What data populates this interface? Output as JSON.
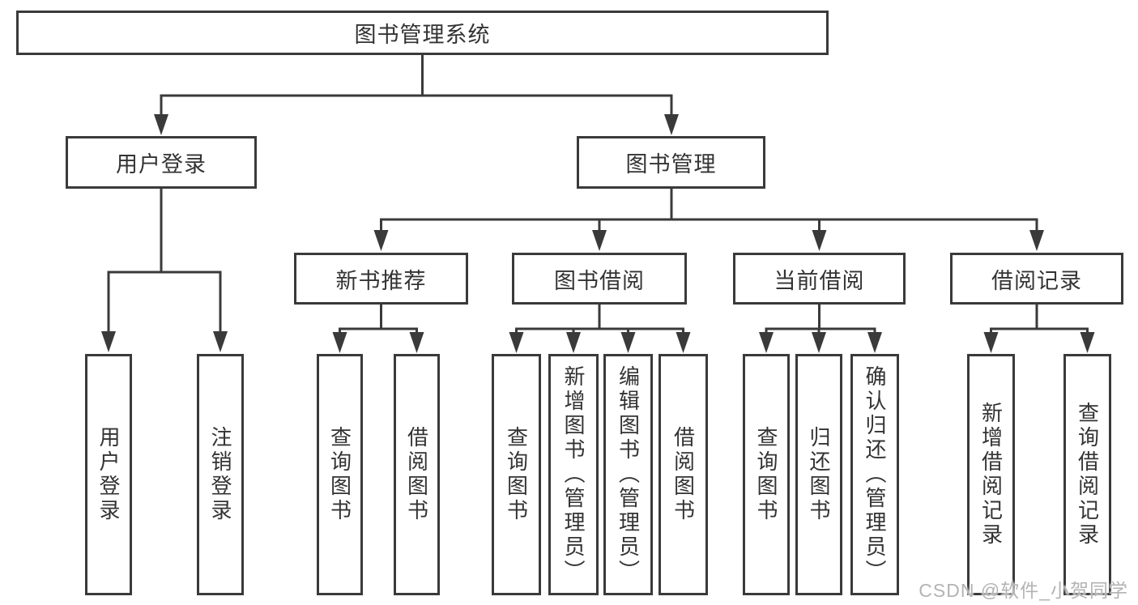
{
  "tree": {
    "root": {
      "label": "图书管理系统"
    },
    "branches": [
      {
        "label": "用户登录",
        "children": [
          {
            "label": "用户登录"
          },
          {
            "label": "注销登录"
          }
        ]
      },
      {
        "label": "图书管理",
        "children": [
          {
            "label": "新书推荐",
            "children": [
              {
                "label": "查询图书"
              },
              {
                "label": "借阅图书"
              }
            ]
          },
          {
            "label": "图书借阅",
            "children": [
              {
                "label": "查询图书"
              },
              {
                "label": "新增图书（管理员）"
              },
              {
                "label": "编辑图书（管理员）"
              },
              {
                "label": "借阅图书"
              }
            ]
          },
          {
            "label": "当前借阅",
            "children": [
              {
                "label": "查询图书"
              },
              {
                "label": "归还图书"
              },
              {
                "label": "确认归还（管理员）"
              }
            ]
          },
          {
            "label": "借阅记录",
            "children": [
              {
                "label": "新增借阅记录"
              },
              {
                "label": "查询借阅记录"
              }
            ]
          }
        ]
      }
    ]
  },
  "watermark": {
    "text": "CSDN @软件_小贺同学"
  },
  "colors": {
    "line": "#3a3a3a",
    "box_border": "#3a3a3a",
    "box_fill": "#ffffff",
    "text": "#333333",
    "watermark": "#b3b3b3",
    "background": "#ffffff"
  }
}
